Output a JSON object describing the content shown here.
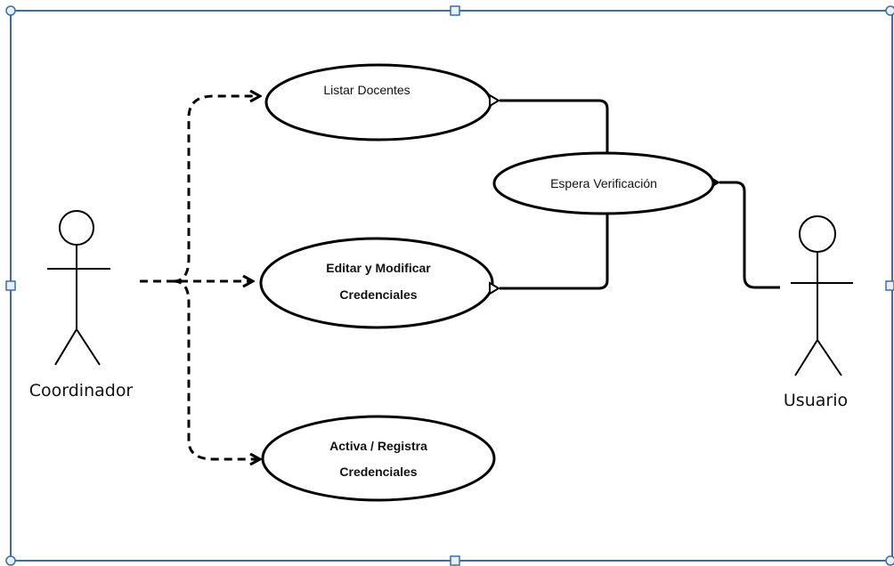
{
  "diagram": {
    "actors": {
      "coordinator": "Coordinador",
      "user": "Usuario"
    },
    "use_cases": {
      "list_teachers": "Listar Docentes",
      "edit_credentials_line1": "Editar y Modificar",
      "edit_credentials_line2": "Credenciales",
      "activate_credentials_line1": "Activa / Registra",
      "activate_credentials_line2": "Credenciales",
      "await_verification": "Espera Verificación"
    }
  },
  "colors": {
    "frame": "#3c6ea5",
    "handle_fill": "#e6eef8",
    "stroke": "#000000"
  }
}
